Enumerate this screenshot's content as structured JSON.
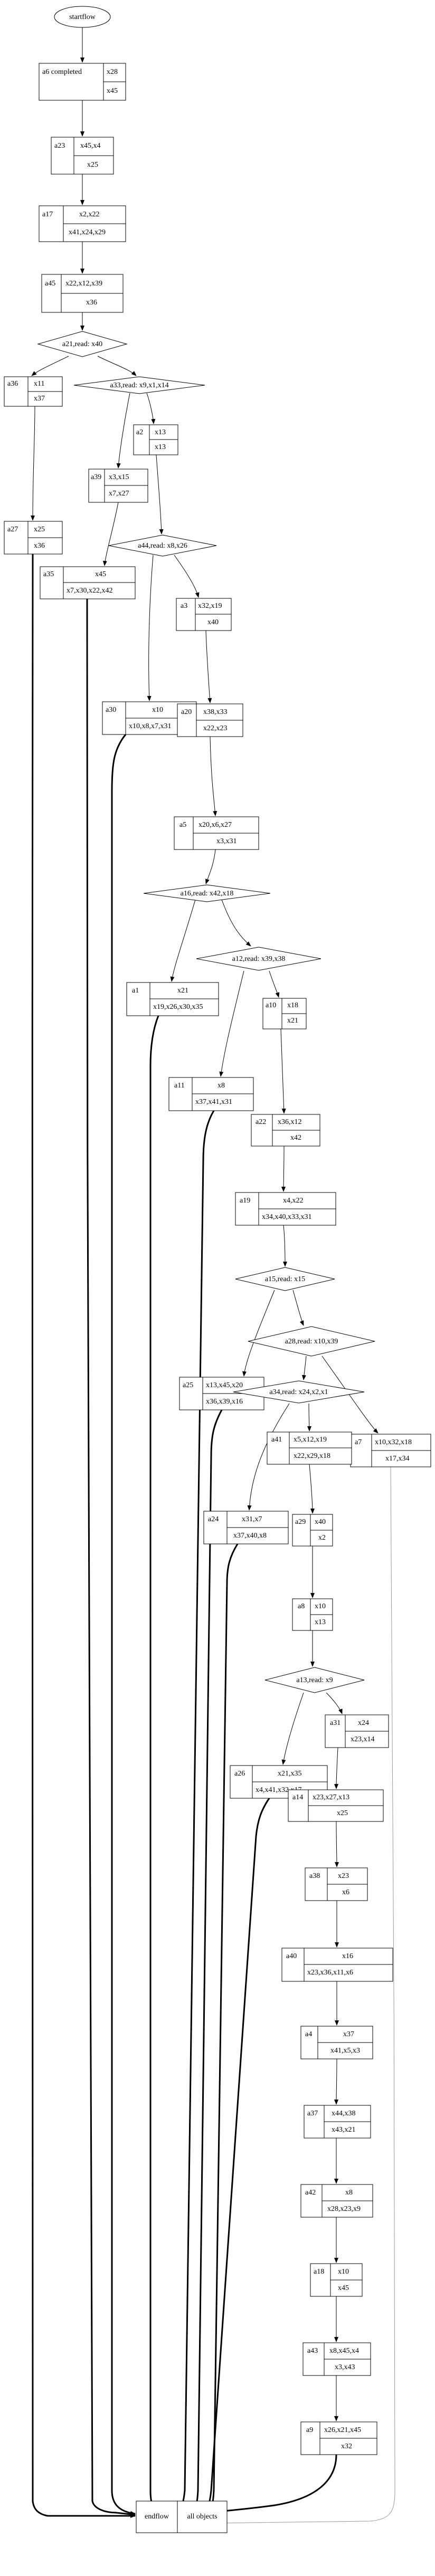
{
  "start": "startflow",
  "end": {
    "left": "endflow",
    "right": "all objects"
  },
  "nodes": {
    "a6": {
      "id": "a6 completed",
      "top": "x28",
      "bottom": "x45"
    },
    "a23": {
      "id": "a23",
      "top": "x45,x4",
      "bottom": "x25"
    },
    "a17": {
      "id": "a17",
      "top": "x2,x22",
      "bottom": "x41,x24,x29"
    },
    "a45": {
      "id": "a45",
      "top": "x22,x12,x39",
      "bottom": "x36"
    },
    "a36": {
      "id": "a36",
      "top": "x11",
      "bottom": "x37"
    },
    "a27": {
      "id": "a27",
      "top": "x25",
      "bottom": "x36"
    },
    "a2": {
      "id": "a2",
      "top": "x13",
      "bottom": "x13"
    },
    "a39": {
      "id": "a39",
      "top": "x3,x15",
      "bottom": "x7,x27"
    },
    "a35": {
      "id": "a35",
      "top": "x45",
      "bottom": "x7,x30,x22,x42"
    },
    "a3": {
      "id": "a3",
      "top": "x32,x19",
      "bottom": "x40"
    },
    "a30": {
      "id": "a30",
      "top": "x10",
      "bottom": "x10,x8,x7,x31"
    },
    "a20": {
      "id": "a20",
      "top": "x38,x33",
      "bottom": "x22,x23"
    },
    "a5": {
      "id": "a5",
      "top": "x20,x6,x27",
      "bottom": "x3,x31"
    },
    "a1": {
      "id": "a1",
      "top": "x21",
      "bottom": "x19,x26,x30,x35"
    },
    "a10": {
      "id": "a10",
      "top": "x18",
      "bottom": "x21"
    },
    "a11": {
      "id": "a11",
      "top": "x8",
      "bottom": "x37,x41,x31"
    },
    "a22": {
      "id": "a22",
      "top": "x36,x12",
      "bottom": "x42"
    },
    "a19": {
      "id": "a19",
      "top": "x4,x22",
      "bottom": "x34,x40,x33,x31"
    },
    "a25": {
      "id": "a25",
      "top": "x13,x45,x20",
      "bottom": "x36,x39,x16"
    },
    "a7": {
      "id": "a7",
      "top": "x10,x32,x18",
      "bottom": "x17,x34"
    },
    "a41": {
      "id": "a41",
      "top": "x5,x12,x19",
      "bottom": "x22,x29,x18"
    },
    "a24": {
      "id": "a24",
      "top": "x31,x7",
      "bottom": "x37,x40,x8"
    },
    "a29": {
      "id": "a29",
      "top": "x40",
      "bottom": "x2"
    },
    "a8": {
      "id": "a8",
      "top": "x10",
      "bottom": "x13"
    },
    "a31": {
      "id": "a31",
      "top": "x24",
      "bottom": "x23,x14"
    },
    "a26": {
      "id": "a26",
      "top": "x21,x35",
      "bottom": "x4,x41,x32,x17"
    },
    "a14": {
      "id": "a14",
      "top": "x23,x27,x13",
      "bottom": "x25"
    },
    "a38": {
      "id": "a38",
      "top": "x23",
      "bottom": "x6"
    },
    "a40": {
      "id": "a40",
      "top": "x16",
      "bottom": "x23,x36,x11,x6"
    },
    "a4": {
      "id": "a4",
      "top": "x37",
      "bottom": "x41,x5,x3"
    },
    "a37": {
      "id": "a37",
      "top": "x44,x38",
      "bottom": "x43,x21"
    },
    "a42": {
      "id": "a42",
      "top": "x8",
      "bottom": "x28,x23,x9"
    },
    "a18": {
      "id": "a18",
      "top": "x10",
      "bottom": "x45"
    },
    "a43": {
      "id": "a43",
      "top": "x8,x45,x4",
      "bottom": "x3,x43"
    },
    "a9": {
      "id": "a9",
      "top": "x26,x21,x45",
      "bottom": "x32"
    }
  },
  "decisions": {
    "a21": "a21,read: x40",
    "a33": "a33,read: x9,x1,x14",
    "a44": "a44,read: x8,x26",
    "a16": "a16,read: x42,x18",
    "a12": "a12,read: x39,x38",
    "a15": "a15,read: x15",
    "a28": "a28,read: x10,x39",
    "a34": "a34,read: x24,x2,x1",
    "a13": "a13,read: x9"
  }
}
